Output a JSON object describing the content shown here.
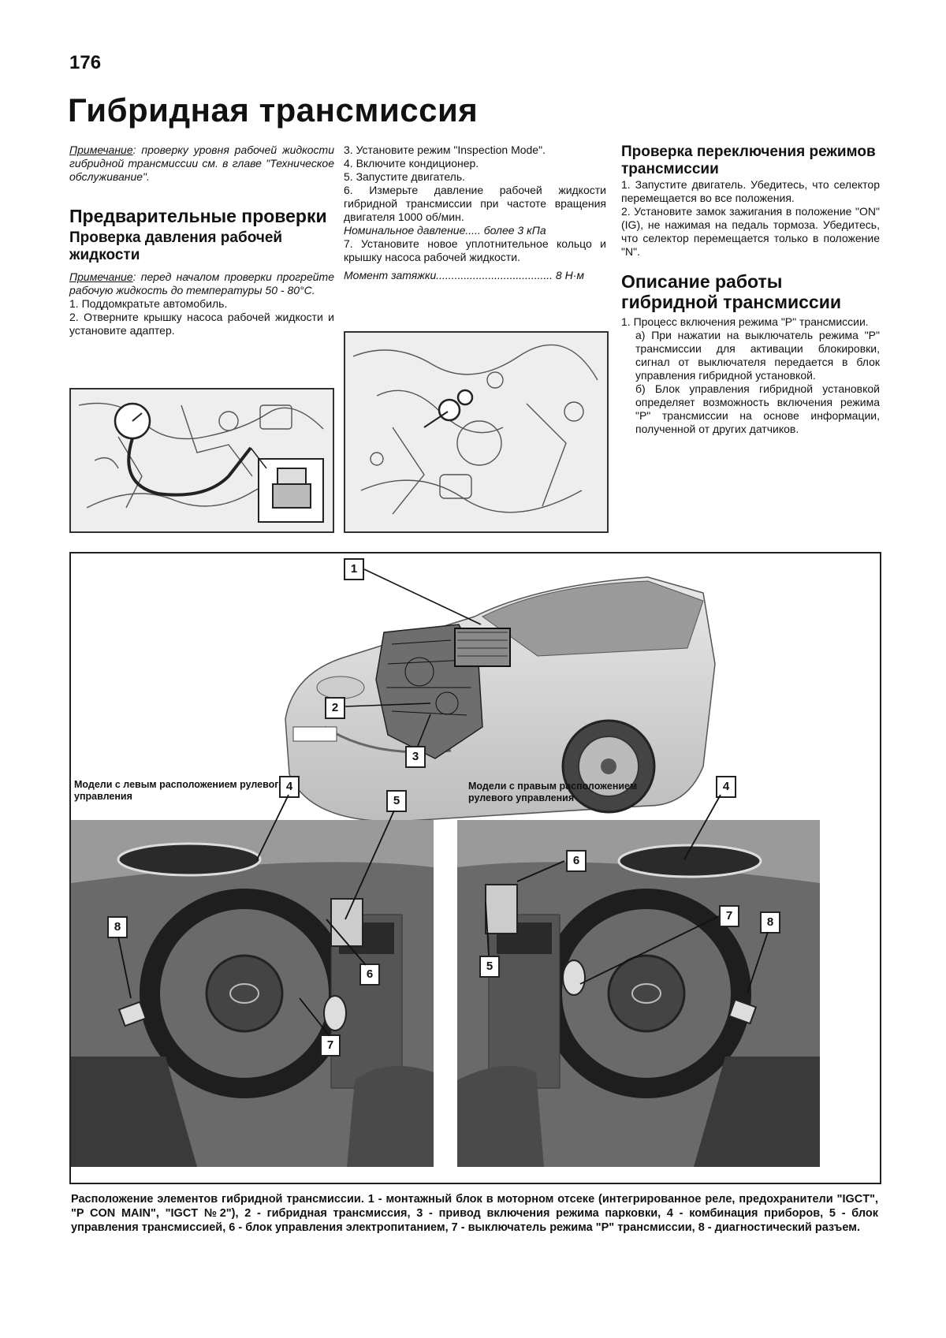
{
  "page": {
    "number": "176",
    "title": "Гибридная трансмиссия"
  },
  "col1": {
    "note1_label": "Примечание",
    "note1_text": ": проверку уровня рабочей жидкости гибридной трансмиссии см. в главе \"Техническое обслуживание\".",
    "heading": "Предварительные проверки",
    "subheading": "Проверка давления рабочей жидкости",
    "note2_label": "Примечание",
    "note2_text": ": перед началом проверки прогрейте рабочую жидкость до температуры 50 - 80°С.",
    "step1": "1. Поддомкратьте автомобиль.",
    "step2": "2. Отверните крышку насоса рабочей жидкости и установите адаптер."
  },
  "col2": {
    "step3": "3. Установите режим \"Inspection Mode\".",
    "step4": "4. Включите кондиционер.",
    "step5": "5. Запустите двигатель.",
    "step6": "6. Измерьте давление рабочей жидкости гибридной трансмиссии при частоте вращения двигателя 1000 об/мин.",
    "nominal": "Номинальное давление..... более 3 кПа",
    "step7": "7. Установите новое уплотнительное кольцо и крышку насоса рабочей жидкости.",
    "torque": "Момент затяжки...................................... 8 Н·м"
  },
  "col3": {
    "heading1": "Проверка переключения режимов трансмиссии",
    "step1": "1. Запустите двигатель. Убедитесь, что селектор перемещается во все положения.",
    "step2": "2. Установите замок зажигания в положение \"ON\" (IG), не нажимая на педаль тормоза. Убедитесь, что селектор перемещается только в положение \"N\".",
    "heading2": "Описание работы гибридной трансмиссии",
    "item1": "1. Процесс включения режима \"P\" трансмиссии.",
    "item1a": "а) При нажатии на выключатель режима \"P\" трансмиссии для активации блокировки, сигнал от выключателя передается в блок управления гибридной установкой.",
    "item1b": "б) Блок управления гибридной установкой определяет возможность включения режима \"P\" трансмиссии на основе информации, полученной от других датчиков."
  },
  "figure": {
    "left_label": "Модели с левым расположением рулевого управления",
    "right_label": "Модели с правым расположением рулевого управления",
    "callouts": [
      "1",
      "2",
      "3",
      "4",
      "5",
      "6",
      "7",
      "8",
      "4",
      "6",
      "5",
      "7",
      "8"
    ]
  },
  "caption": "Расположение элементов гибридной трансмиссии. 1 - монтажный блок в моторном отсеке (интегрированное реле, предохранители \"IGCT\", \"P CON MAIN\", \"IGCT №2\"), 2 - гибридная трансмиссия, 3 - привод включения режима парковки, 4 - комбинация приборов, 5 - блок управления трансмиссией, 6 - блок управления электропитанием, 7 - выключатель режима \"P\" трансмиссии, 8 - диагностический разъем."
}
